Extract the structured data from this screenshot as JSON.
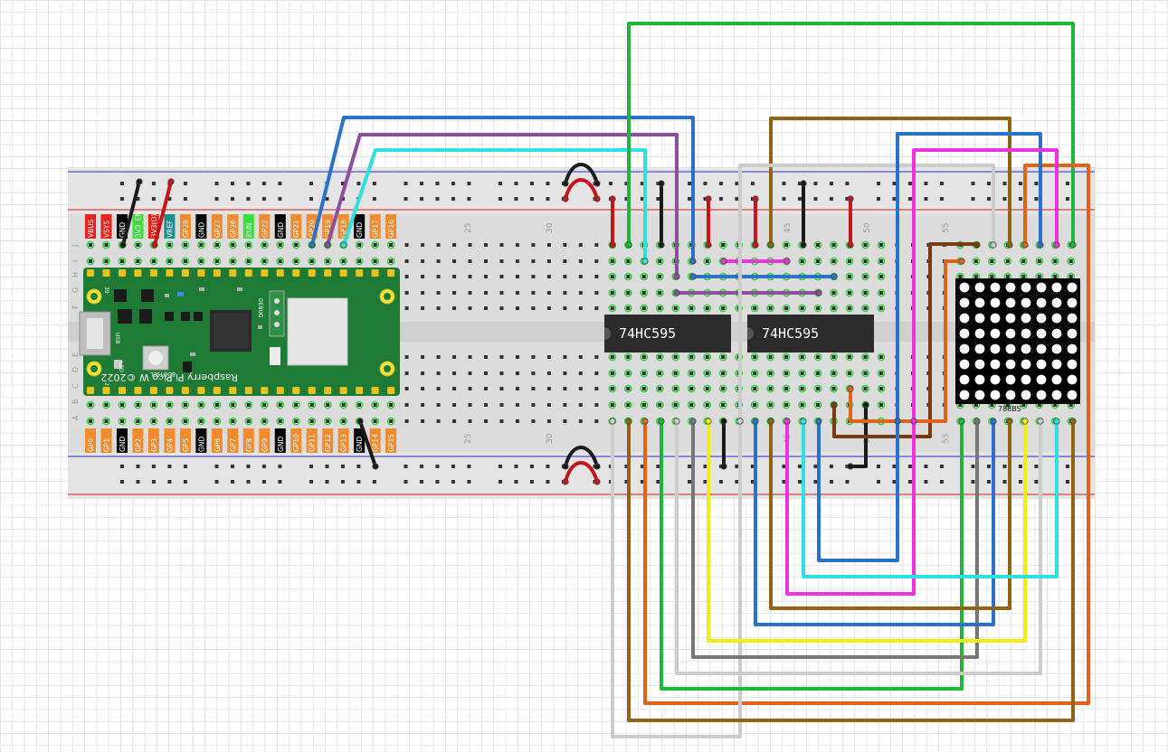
{
  "breadboard": {
    "column_numbers_top": [
      "25",
      "30",
      "45",
      "50",
      "55"
    ],
    "column_numbers_bottom": [
      "25",
      "30",
      "45",
      "50",
      "55"
    ],
    "row_letters": [
      "J",
      "I",
      "H",
      "G",
      "F",
      "E",
      "D",
      "C",
      "B",
      "A"
    ]
  },
  "pico": {
    "board_name": "Raspberry Pi Pico W ©2022",
    "bootsel_label": "BOOTSEL",
    "debug_label": "DEBUG",
    "usb_label": "USB",
    "led_label": "LED",
    "pin_numbers": [
      "39",
      "2"
    ],
    "top_pins": [
      {
        "label": "VBUS",
        "color": "#e8221b"
      },
      {
        "label": "VSYS",
        "color": "#e8221b"
      },
      {
        "label": "GND",
        "color": "#000000"
      },
      {
        "label": "3V3_EN",
        "color": "#3ade3a"
      },
      {
        "label": "3V3(O)",
        "color": "#e8221b"
      },
      {
        "label": "VREF",
        "color": "#1d8c8c"
      },
      {
        "label": "GP28",
        "color": "#f28a2e"
      },
      {
        "label": "GND",
        "color": "#000000"
      },
      {
        "label": "GP27",
        "color": "#f28a2e"
      },
      {
        "label": "GP26",
        "color": "#f28a2e"
      },
      {
        "label": "RUN",
        "color": "#3ade3a"
      },
      {
        "label": "GP22",
        "color": "#f28a2e"
      },
      {
        "label": "GND",
        "color": "#000000"
      },
      {
        "label": "GP21",
        "color": "#f28a2e"
      },
      {
        "label": "GP20",
        "color": "#f28a2e"
      },
      {
        "label": "GP19",
        "color": "#f28a2e"
      },
      {
        "label": "GP18",
        "color": "#f28a2e"
      },
      {
        "label": "GND",
        "color": "#000000"
      },
      {
        "label": "GP17",
        "color": "#f28a2e"
      },
      {
        "label": "GP16",
        "color": "#f28a2e"
      }
    ],
    "bottom_pins": [
      {
        "label": "GP0",
        "color": "#f28a2e"
      },
      {
        "label": "GP1",
        "color": "#f28a2e"
      },
      {
        "label": "GND",
        "color": "#000000"
      },
      {
        "label": "GP2",
        "color": "#f28a2e"
      },
      {
        "label": "GP3",
        "color": "#f28a2e"
      },
      {
        "label": "GP4",
        "color": "#f28a2e"
      },
      {
        "label": "GP5",
        "color": "#f28a2e"
      },
      {
        "label": "GND",
        "color": "#000000"
      },
      {
        "label": "GP6",
        "color": "#f28a2e"
      },
      {
        "label": "GP7",
        "color": "#f28a2e"
      },
      {
        "label": "GP8",
        "color": "#f28a2e"
      },
      {
        "label": "GP9",
        "color": "#f28a2e"
      },
      {
        "label": "GND",
        "color": "#000000"
      },
      {
        "label": "GP10",
        "color": "#f28a2e"
      },
      {
        "label": "GP11",
        "color": "#f28a2e"
      },
      {
        "label": "GP12",
        "color": "#f28a2e"
      },
      {
        "label": "GP13",
        "color": "#f28a2e"
      },
      {
        "label": "GND",
        "color": "#000000"
      },
      {
        "label": "GP14",
        "color": "#f28a2e"
      },
      {
        "label": "GP15",
        "color": "#f28a2e"
      }
    ]
  },
  "chips": [
    {
      "label": "74HC595"
    },
    {
      "label": "74HC595"
    }
  ],
  "led_matrix": {
    "label": "788BS"
  },
  "wire_colors": {
    "green": "#1db83a",
    "blue": "#2a72c8",
    "purple": "#8c4f9c",
    "cyan": "#2ee0e0",
    "brown": "#8f6514",
    "dark_brown": "#7a3a10",
    "orange": "#e0631c",
    "magenta": "#ee33dd",
    "yellow": "#f2ee10",
    "gray": "#777777",
    "white": "#cccccc",
    "red": "#c8141a",
    "black": "#1a1a1a"
  }
}
